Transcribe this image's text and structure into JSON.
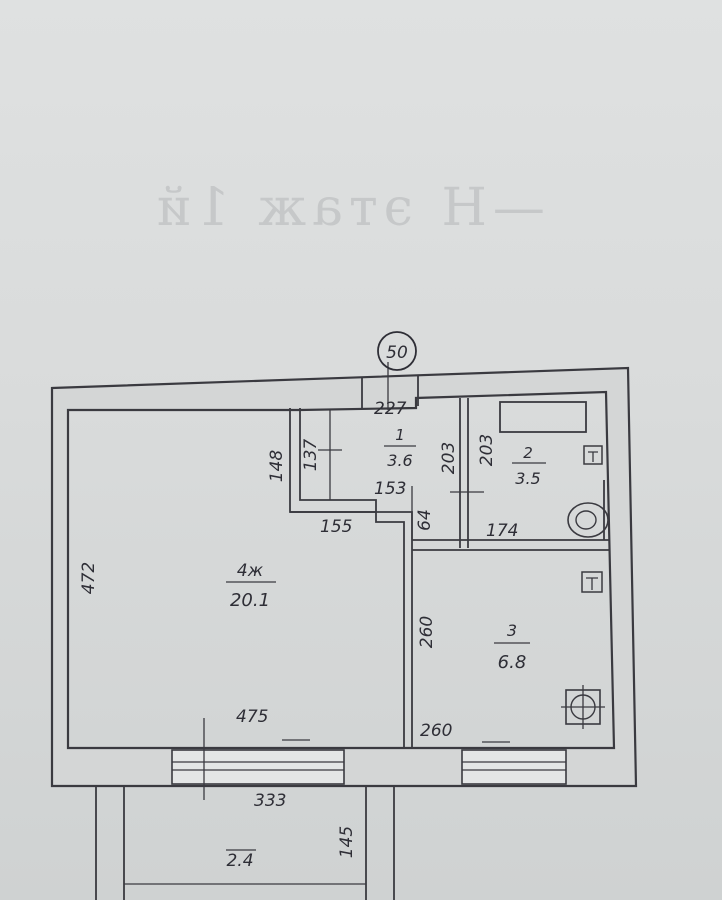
{
  "watermark": "—Н этаж 1й",
  "plan_number": "50",
  "rooms": [
    {
      "id": "room-1",
      "number": "1",
      "area": "3.6"
    },
    {
      "id": "room-2",
      "number": "2",
      "area": "3.5"
    },
    {
      "id": "room-3",
      "number": "3",
      "area": "6.8"
    },
    {
      "id": "room-4",
      "number": "4ж",
      "area": "20.1"
    },
    {
      "id": "balcony",
      "number": "",
      "area": "2.4"
    }
  ],
  "dimensions": {
    "d227": "227",
    "d203a": "203",
    "d203b": "203",
    "d137": "137",
    "d148": "148",
    "d153": "153",
    "d155": "155",
    "d64": "64",
    "d174": "174",
    "d472": "472",
    "d260v": "260",
    "d475": "475",
    "d260h": "260",
    "d333": "333",
    "d145": "145"
  },
  "fixtures": [
    "bathtub-icon",
    "toilet-icon",
    "sink-icon",
    "stove-icon"
  ]
}
